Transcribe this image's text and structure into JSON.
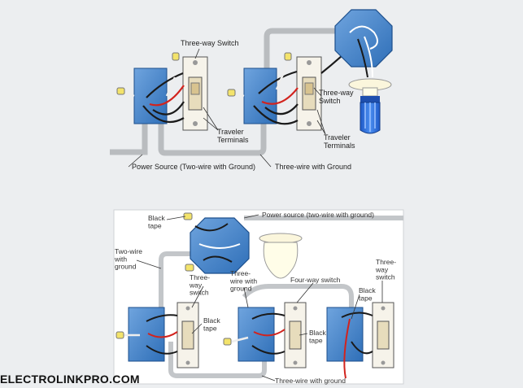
{
  "colors": {
    "page_bg": "#eceef0",
    "panel_bg": "#ffffff",
    "box_blue": "#3f7fc6",
    "cable_gray": "#c8cacc",
    "wire_black": "#1a1a1a",
    "wire_red": "#d2231d",
    "wire_white": "#f4f4f4",
    "wire_cap": "#f3e36b",
    "bulb_blue": "#2f6fd8",
    "bulb_white": "#fffde8"
  },
  "top_diagram": {
    "labels": {
      "switch_left": "Three-way Switch",
      "switch_right": "Three-way\nSwitch",
      "traveler_left": "Traveler\nTerminals",
      "traveler_right": "Traveler\nTerminals",
      "power_source": "Power Source (Two-wire with Ground)",
      "three_wire": "Three-wire with Ground"
    }
  },
  "bottom_diagram": {
    "labels": {
      "black_tape_top": "Black\ntape",
      "power_source": "Power source (two-wire with ground)",
      "two_wire": "Two-wire\nwith\nground",
      "three_way_left": "Three-\nway\nswitch",
      "three_wire_top": "Three-\nwire with\nground",
      "four_way": "Four-way switch",
      "black_tape_left": "Black\ntape",
      "black_tape_mid": "Black\ntape",
      "black_tape_right": "Black\ntape",
      "three_way_right": "Three-\nway\nswitch",
      "three_wire_bottom": "Three-wire with ground"
    }
  },
  "watermark": "ELECTROLINKPRO.COM"
}
